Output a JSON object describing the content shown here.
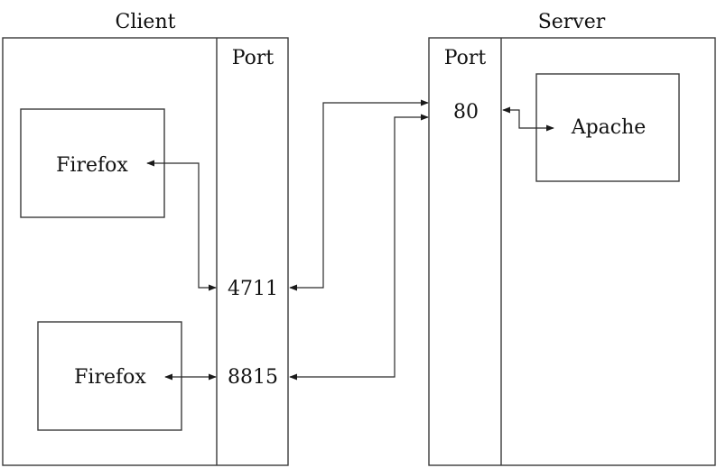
{
  "client": {
    "title": "Client",
    "port_header": "Port",
    "apps": [
      {
        "label": "Firefox",
        "port": "4711"
      },
      {
        "label": "Firefox",
        "port": "8815"
      }
    ]
  },
  "server": {
    "title": "Server",
    "port_header": "Port",
    "port": "80",
    "app": {
      "label": "Apache"
    }
  },
  "connections": [
    {
      "from": "client.apps.0",
      "to": "client.port.4711",
      "bidirectional": true
    },
    {
      "from": "client.apps.1",
      "to": "client.port.8815",
      "bidirectional": true
    },
    {
      "from": "client.port.4711",
      "to": "server.port.80",
      "bidirectional": true
    },
    {
      "from": "client.port.8815",
      "to": "server.port.80",
      "bidirectional": true
    },
    {
      "from": "server.port.80",
      "to": "server.app",
      "bidirectional": true
    }
  ],
  "colors": {
    "stroke": "#3a3a3a",
    "background": "#ffffff",
    "text": "#111111"
  }
}
